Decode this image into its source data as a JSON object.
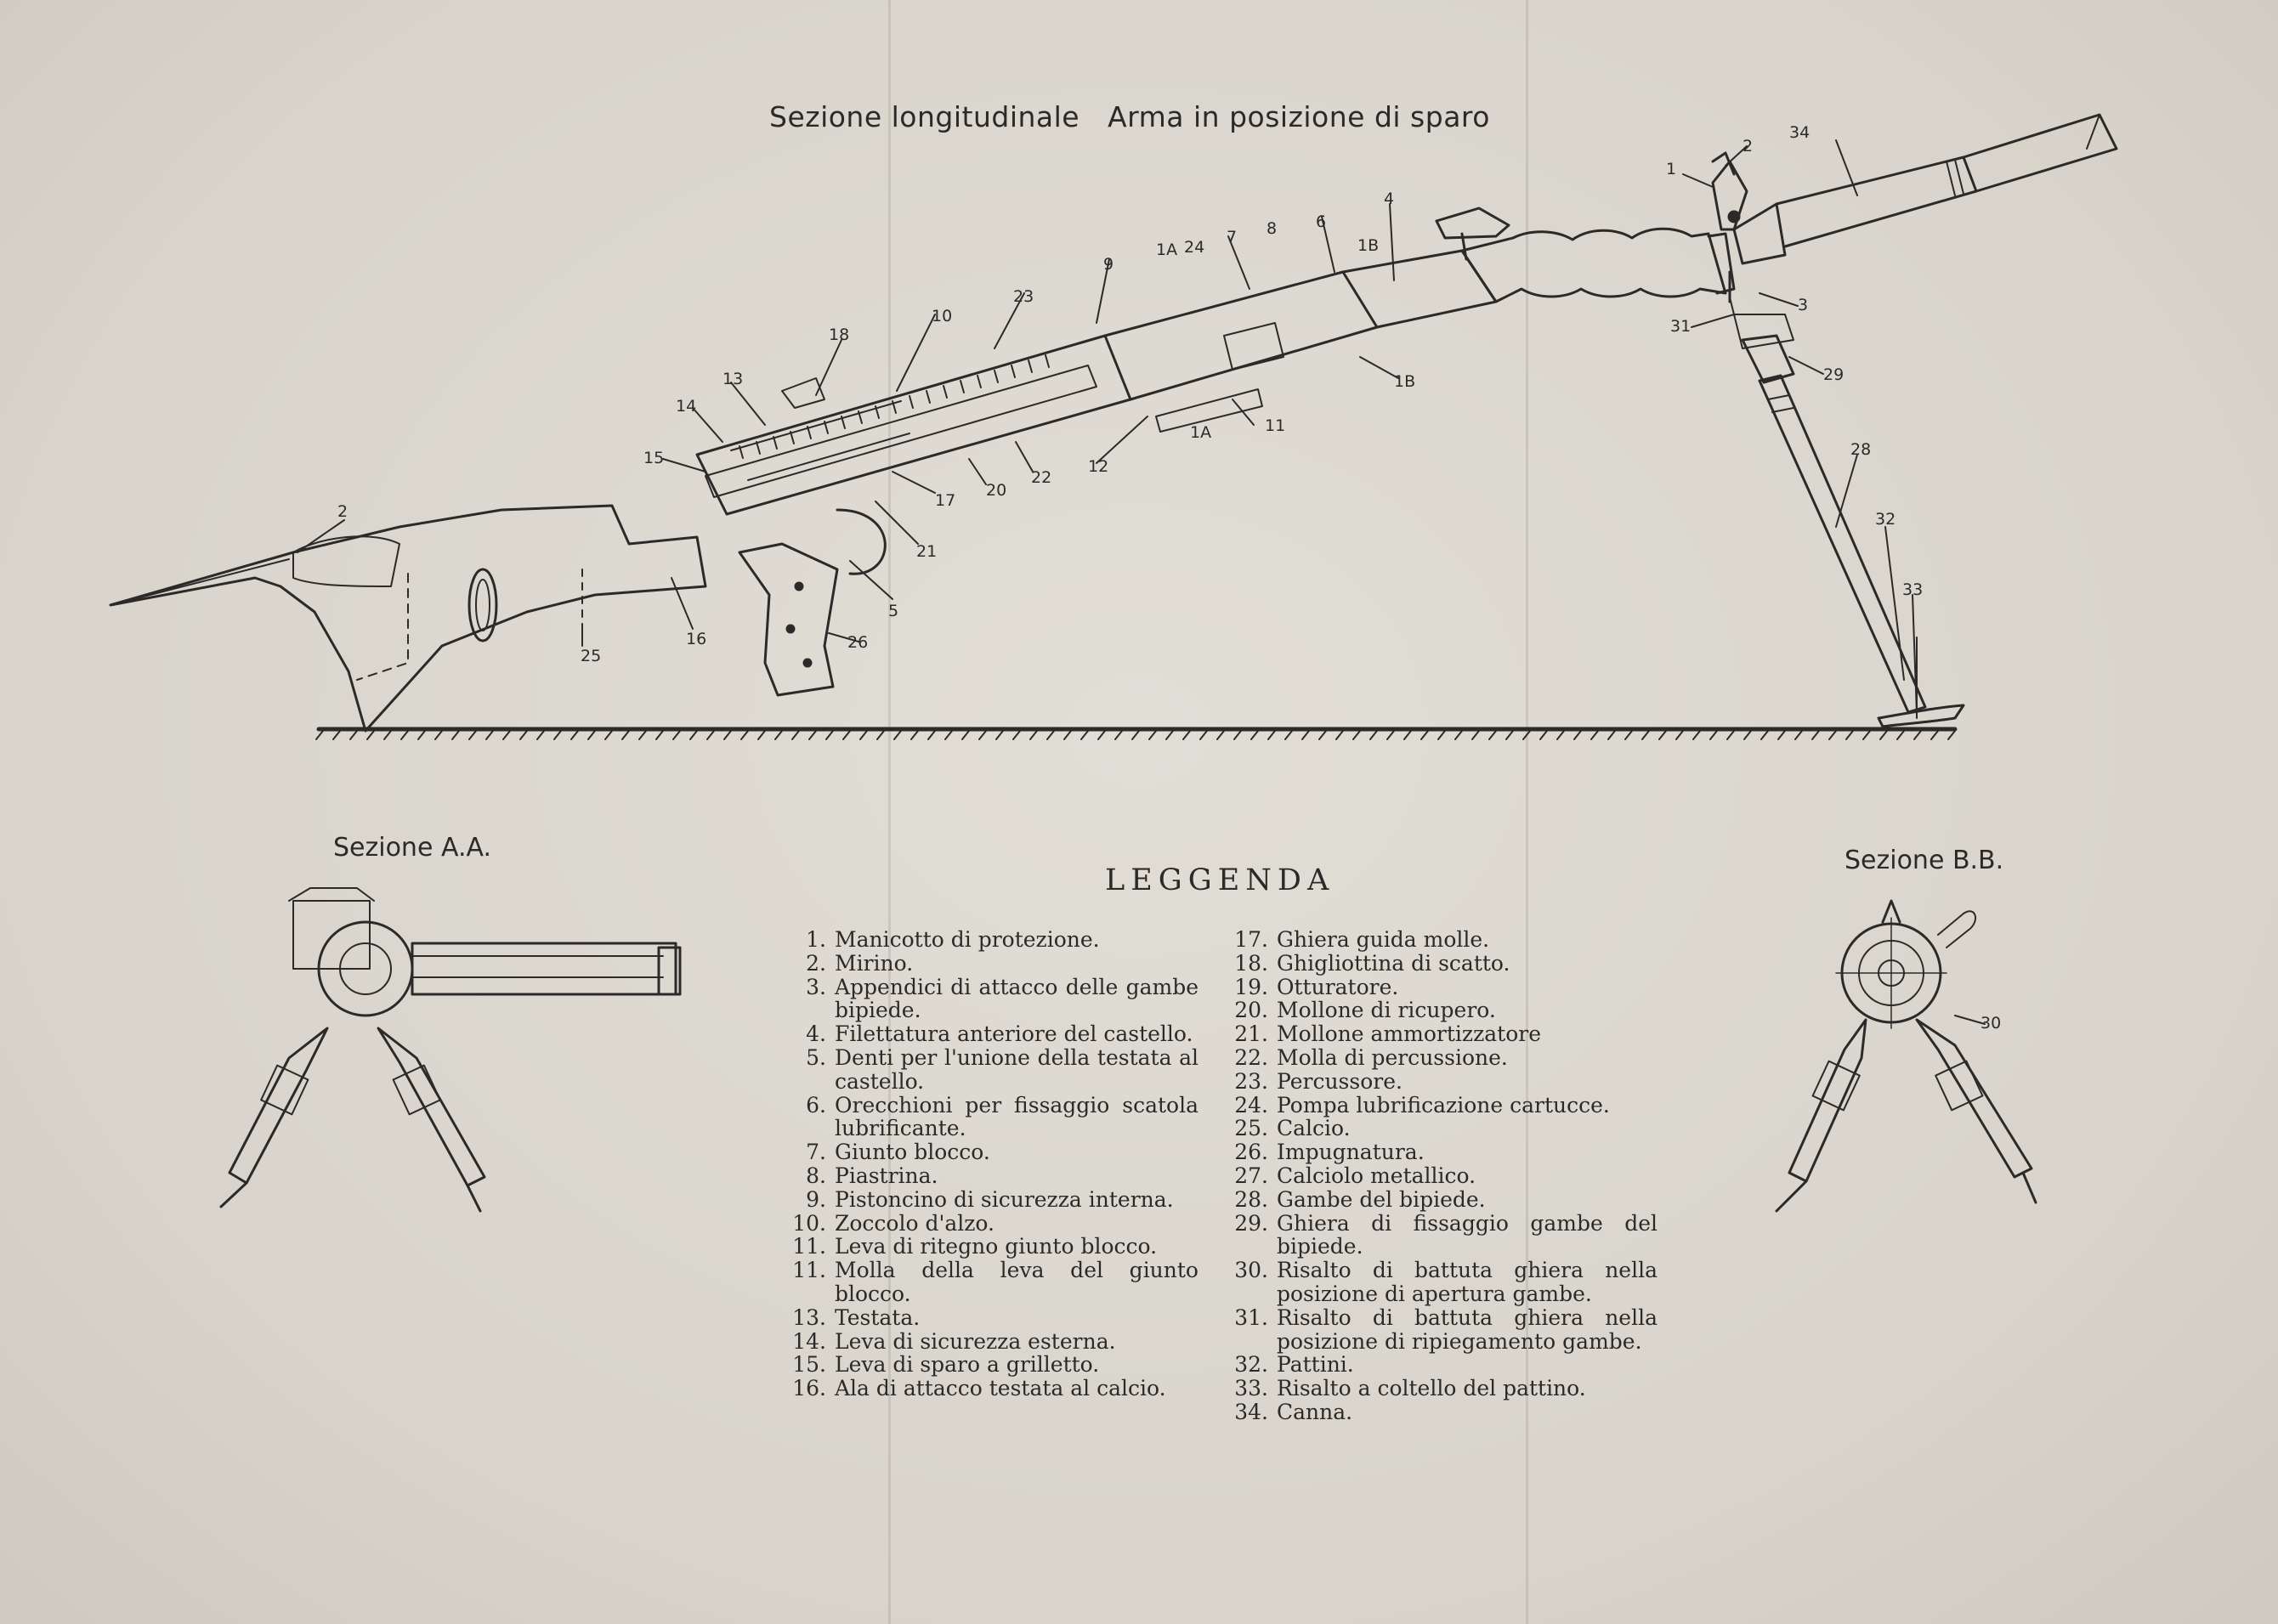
{
  "title": "Sezione longitudinale   Arma in posizione di sparo",
  "sections": {
    "aa": "Sezione A.A.",
    "bb": "Sezione B.B."
  },
  "callouts": {
    "main": [
      "1",
      "2",
      "34",
      "3",
      "31",
      "29",
      "28",
      "32",
      "33",
      "4",
      "6",
      "1B",
      "7",
      "8",
      "1A",
      "24",
      "9",
      "23",
      "10",
      "18",
      "13",
      "14",
      "15",
      "2",
      "25",
      "16",
      "26",
      "5",
      "21",
      "17",
      "20",
      "22",
      "12",
      "1A",
      "11",
      "1B"
    ],
    "bb": [
      "30"
    ]
  },
  "legend": {
    "title": "LEGGENDA",
    "col1": [
      {
        "num": "1.",
        "text": "Manicotto di protezione."
      },
      {
        "num": "2.",
        "text": "Mirino."
      },
      {
        "num": "3.",
        "text": "Appendici di attacco delle gambe bipiede."
      },
      {
        "num": "4.",
        "text": "Filettatura anteriore del castello."
      },
      {
        "num": "5.",
        "text": "Denti per l'unione della testata al castello."
      },
      {
        "num": "6.",
        "text": "Orecchioni per fissaggio scatola lubrificante."
      },
      {
        "num": "7.",
        "text": "Giunto blocco."
      },
      {
        "num": "8.",
        "text": "Piastrina."
      },
      {
        "num": "9.",
        "text": "Pistoncino di sicurezza interna."
      },
      {
        "num": "10.",
        "text": "Zoccolo d'alzo."
      },
      {
        "num": "11.",
        "text": "Leva di ritegno giunto blocco."
      },
      {
        "num": "11.",
        "text": "Molla della leva del giunto blocco."
      },
      {
        "num": "13.",
        "text": "Testata."
      },
      {
        "num": "14.",
        "text": "Leva di sicurezza esterna."
      },
      {
        "num": "15.",
        "text": "Leva di sparo a grilletto."
      },
      {
        "num": "16.",
        "text": "Ala di attacco testata al calcio."
      }
    ],
    "col2": [
      {
        "num": "17.",
        "text": "Ghiera guida molle."
      },
      {
        "num": "18.",
        "text": "Ghigliottina di scatto."
      },
      {
        "num": "19.",
        "text": "Otturatore."
      },
      {
        "num": "20.",
        "text": "Mollone di ricupero."
      },
      {
        "num": "21.",
        "text": "Mollone ammortizzatore"
      },
      {
        "num": "22.",
        "text": "Molla di percussione."
      },
      {
        "num": "23.",
        "text": "Percussore."
      },
      {
        "num": "24.",
        "text": "Pompa lubrificazione cartucce."
      },
      {
        "num": "25.",
        "text": "Calcio."
      },
      {
        "num": "26.",
        "text": "Impugnatura."
      },
      {
        "num": "27.",
        "text": "Calciolo metallico."
      },
      {
        "num": "28.",
        "text": "Gambe del bipiede."
      },
      {
        "num": "29.",
        "text": "Ghiera di fissaggio gambe del bipiede."
      },
      {
        "num": "30.",
        "text": "Risalto di battuta ghiera nella posizione di apertura gambe."
      },
      {
        "num": "31.",
        "text": "Risalto di battuta ghiera nella posizione di ripiegamento gambe."
      },
      {
        "num": "32.",
        "text": "Pattini."
      },
      {
        "num": "33.",
        "text": "Risalto a coltello del pattino."
      },
      {
        "num": "34.",
        "text": "Canna."
      }
    ]
  },
  "colors": {
    "paper": "#dcd9d1",
    "ink": "#2b2a28"
  }
}
